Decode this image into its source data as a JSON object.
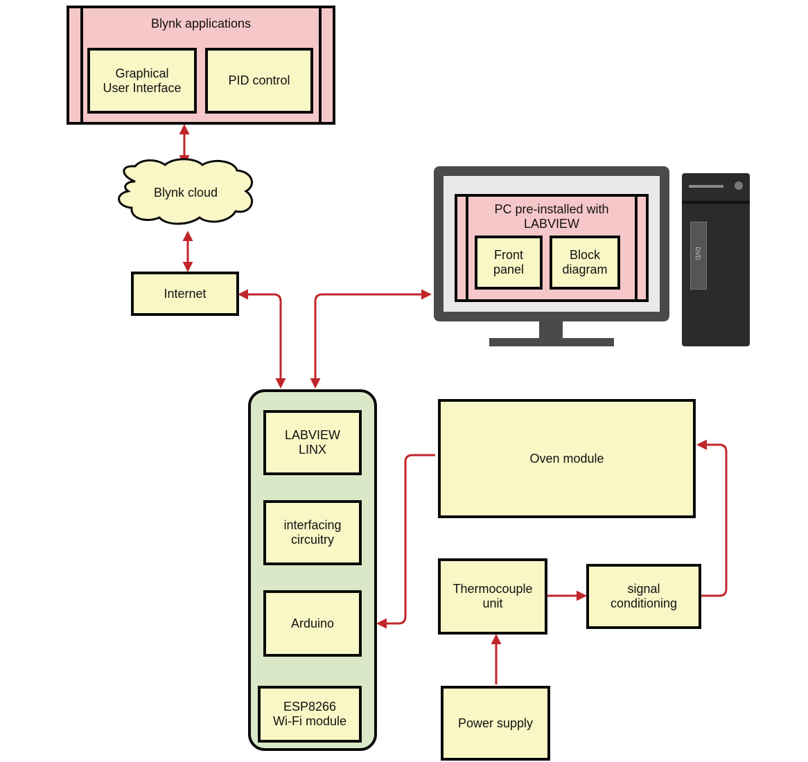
{
  "blynk_apps": {
    "title": "Blynk applications",
    "gui": "Graphical\nUser Interface",
    "pid": "PID control"
  },
  "cloud": "Blynk cloud",
  "internet": "Internet",
  "pc": {
    "title": "PC pre-installed with\nLABVIEW",
    "front_panel": "Front\npanel",
    "block_diagram": "Block\ndiagram",
    "tower_label": "DVD"
  },
  "controller": {
    "linx": "LABVIEW\nLINX",
    "interfacing": "interfacing\ncircuitry",
    "arduino": "Arduino",
    "esp": "ESP8266\nWi-Fi module"
  },
  "oven": "Oven module",
  "thermocouple": "Thermocouple\nunit",
  "signal": "signal\nconditioning",
  "power": "Power supply",
  "colors": {
    "arrow": "#c0262a",
    "box_fill": "#f9f7c6",
    "pink_fill": "#f6c7c9",
    "green_fill": "#dbe8c8",
    "border": "#0a0a0a"
  }
}
